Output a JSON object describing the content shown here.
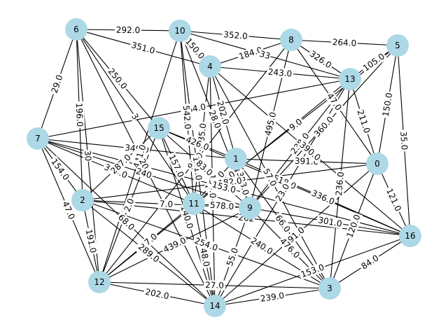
{
  "graph": {
    "colors": {
      "node_fill": "#add8e6",
      "edge": "#000000",
      "label_bg": "#ffffff",
      "text": "#000000"
    },
    "nodes": [
      {
        "id": "0"
      },
      {
        "id": "1"
      },
      {
        "id": "2"
      },
      {
        "id": "3"
      },
      {
        "id": "4"
      },
      {
        "id": "5"
      },
      {
        "id": "6"
      },
      {
        "id": "7"
      },
      {
        "id": "8"
      },
      {
        "id": "9"
      },
      {
        "id": "10"
      },
      {
        "id": "11"
      },
      {
        "id": "12"
      },
      {
        "id": "13"
      },
      {
        "id": "14"
      },
      {
        "id": "15"
      },
      {
        "id": "16"
      }
    ],
    "edges": [
      {
        "source": "6",
        "target": "10",
        "label": "292.0"
      },
      {
        "source": "10",
        "target": "8",
        "label": "352.0"
      },
      {
        "source": "8",
        "target": "5",
        "label": "264.0"
      },
      {
        "source": "6",
        "target": "7",
        "label": "29.0"
      },
      {
        "source": "6",
        "target": "4",
        "label": "351.0"
      },
      {
        "source": "6",
        "target": "2",
        "label": "196.0"
      },
      {
        "source": "6",
        "target": "15",
        "label": "250.0"
      },
      {
        "source": "6",
        "target": "11",
        "label": "3"
      },
      {
        "source": "6",
        "target": "12",
        "label": "30"
      },
      {
        "source": "7",
        "target": "1",
        "label": "349.0"
      },
      {
        "source": "7",
        "target": "2",
        "label": "154.0"
      },
      {
        "source": "7",
        "target": "12",
        "label": "47.0"
      },
      {
        "source": "7",
        "target": "11",
        "label": "314.0"
      },
      {
        "source": "7",
        "target": "14",
        "label": "68.0"
      },
      {
        "source": "2",
        "target": "12",
        "label": "191.0"
      },
      {
        "source": "2",
        "target": "16",
        "label": "262"
      },
      {
        "source": "2",
        "target": "9",
        "label": "7.0"
      },
      {
        "source": "12",
        "target": "14",
        "label": "202.0"
      },
      {
        "source": "12",
        "target": "3",
        "label": "27.0"
      },
      {
        "source": "14",
        "target": "3",
        "label": "239.0"
      },
      {
        "source": "3",
        "target": "16",
        "label": "84.0"
      },
      {
        "source": "16",
        "target": "0",
        "label": "121.0"
      },
      {
        "source": "16",
        "target": "5",
        "label": "35.0"
      },
      {
        "source": "0",
        "target": "5",
        "label": "150.0"
      },
      {
        "source": "0",
        "target": "13",
        "label": "211.0"
      },
      {
        "source": "0",
        "target": "14",
        "label": "91.0"
      },
      {
        "source": "0",
        "target": "3",
        "label": "120.0"
      },
      {
        "source": "13",
        "target": "5",
        "label": "105.0"
      },
      {
        "source": "13",
        "target": "8",
        "label": "326.0"
      },
      {
        "source": "13",
        "target": "4",
        "label": "243.0"
      },
      {
        "source": "13",
        "target": "7",
        "label": "364.0"
      },
      {
        "source": "13",
        "target": "12",
        "label": "488.0"
      },
      {
        "source": "13",
        "target": "3",
        "label": "236.0"
      },
      {
        "source": "4",
        "target": "10",
        "label": "150.0"
      },
      {
        "source": "4",
        "target": "8",
        "label": "184.0"
      },
      {
        "source": "4",
        "target": "11",
        "label": "435.0"
      },
      {
        "source": "4",
        "target": "1",
        "label": "202.0"
      },
      {
        "source": "10",
        "target": "11",
        "label": "542.0"
      },
      {
        "source": "10",
        "target": "13",
        "label": "33"
      },
      {
        "source": "10",
        "target": "12",
        "label": "441.0"
      },
      {
        "source": "15",
        "target": "1",
        "label": "426.0"
      },
      {
        "source": "15",
        "target": "11",
        "label": "157.0"
      },
      {
        "source": "15",
        "target": "14",
        "label": "140.0"
      },
      {
        "source": "15",
        "target": "2",
        "label": "287.0"
      },
      {
        "source": "1",
        "target": "0",
        "label": "391.0"
      },
      {
        "source": "1",
        "target": "9",
        "label": "383.0"
      },
      {
        "source": "1",
        "target": "16",
        "label": "336.0"
      },
      {
        "source": "1",
        "target": "11",
        "label": "145.0"
      },
      {
        "source": "11",
        "target": "9",
        "label": "578.0"
      },
      {
        "source": "11",
        "target": "14",
        "label": "448.0"
      },
      {
        "source": "11",
        "target": "3",
        "label": "240.0"
      },
      {
        "source": "11",
        "target": "12",
        "label": "367.0"
      },
      {
        "source": "9",
        "target": "16",
        "label": "301.0"
      },
      {
        "source": "9",
        "target": "3",
        "label": "476.0"
      },
      {
        "source": "9",
        "target": "14",
        "label": "55.0"
      },
      {
        "source": "9",
        "target": "13",
        "label": "238.0"
      },
      {
        "source": "2",
        "target": "14",
        "label": "289.0"
      },
      {
        "source": "2",
        "target": "3",
        "label": "254.0"
      },
      {
        "source": "12",
        "target": "9",
        "label": "439.0"
      },
      {
        "source": "14",
        "target": "16",
        "label": "153.0"
      },
      {
        "source": "16",
        "target": "15",
        "label": "518.0"
      },
      {
        "source": "16",
        "target": "4",
        "label": "390.0"
      },
      {
        "source": "0",
        "target": "2",
        "label": "182.0"
      },
      {
        "source": "13",
        "target": "14",
        "label": "23.0"
      },
      {
        "source": "5",
        "target": "9",
        "label": "360.0"
      },
      {
        "source": "5",
        "target": "11",
        "label": "9.0"
      },
      {
        "source": "8",
        "target": "9",
        "label": "495.0"
      },
      {
        "source": "8",
        "target": "12",
        "label": "95.0"
      },
      {
        "source": "4",
        "target": "14",
        "label": "154.0"
      },
      {
        "source": "10",
        "target": "14",
        "label": "121.0"
      },
      {
        "source": "15",
        "target": "12",
        "label": "2.0"
      },
      {
        "source": "7",
        "target": "16",
        "label": "153.0"
      },
      {
        "source": "6",
        "target": "14",
        "label": "20.0"
      },
      {
        "source": "4",
        "target": "3",
        "label": "57.0"
      },
      {
        "source": "8",
        "target": "0",
        "label": "47.0"
      },
      {
        "source": "1",
        "target": "3",
        "label": "66.0"
      },
      {
        "source": "10",
        "target": "9",
        "label": "28.0"
      },
      {
        "source": "7",
        "target": "9",
        "label": "240"
      },
      {
        "source": "15",
        "target": "9",
        "label": "83.0"
      }
    ]
  }
}
